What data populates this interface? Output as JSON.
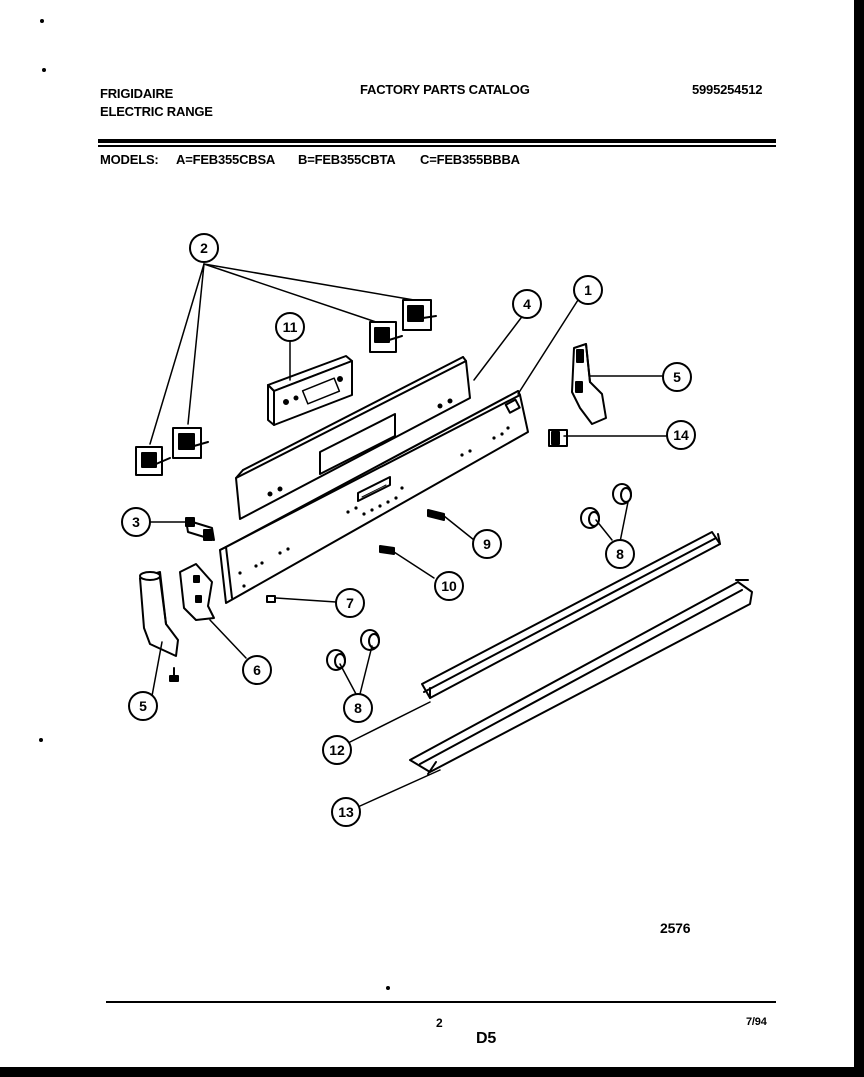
{
  "header": {
    "brand": "FRIGIDAIRE",
    "product": "ELECTRIC RANGE",
    "catalog_title": "FACTORY PARTS CATALOG",
    "catalog_number": "5995254512"
  },
  "models": {
    "label": "MODELS:",
    "a": "A=FEB355CBSA",
    "b": "B=FEB355CBTA",
    "c": "C=FEB355BBBA"
  },
  "callouts": [
    "1",
    "2",
    "3",
    "4",
    "5",
    "5",
    "6",
    "7",
    "8",
    "8",
    "8",
    "9",
    "10",
    "11",
    "12",
    "13",
    "14"
  ],
  "footer": {
    "drawing_number": "2576",
    "page": "2",
    "section": "D5",
    "date": "7/94"
  }
}
